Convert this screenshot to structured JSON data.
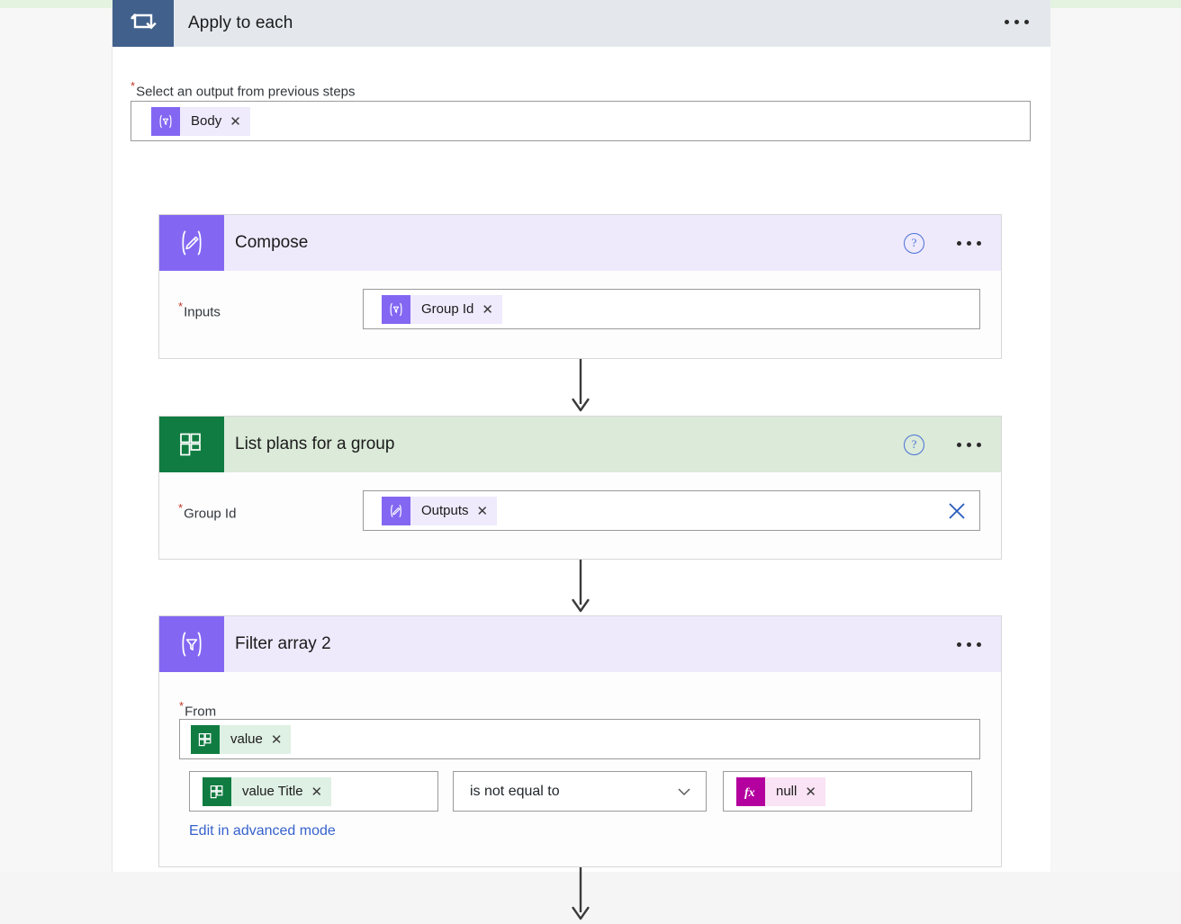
{
  "scope": {
    "title": "Apply to each",
    "icon": "loop-icon",
    "menu": "more-options",
    "field_label": "Select an output from previous steps",
    "required_marker": "*",
    "token": {
      "text": "Body",
      "icon": "filter-array-icon",
      "icon_glyph": "{∇}",
      "color": "#8367f2",
      "remove": "✕"
    }
  },
  "cards": [
    {
      "title": "Compose",
      "icon": "compose-icon",
      "icon_glyph": "{✎}",
      "accent": "#8367f2",
      "help": "?",
      "menu": "more-options",
      "field_label": "Inputs",
      "required_marker": "*",
      "token": {
        "text": "Group Id",
        "icon": "filter-array-icon",
        "icon_glyph": "{∇}",
        "remove": "✕"
      }
    },
    {
      "title": "List plans for a group",
      "icon": "planner-icon",
      "accent": "#107c41",
      "help": "?",
      "menu": "more-options",
      "field_label": "Group Id",
      "required_marker": "*",
      "token": {
        "text": "Outputs",
        "icon": "compose-icon",
        "icon_glyph": "{✎}",
        "remove": "✕"
      },
      "clear": "✕"
    },
    {
      "title": "Filter array 2",
      "icon": "filter-array-icon",
      "icon_glyph": "{∇}",
      "accent": "#8367f2",
      "menu": "more-options",
      "field_label": "From",
      "required_marker": "*",
      "token": {
        "text": "value",
        "icon": "planner-icon",
        "remove": "✕"
      },
      "condition": {
        "left": {
          "text": "value Title",
          "icon": "planner-icon",
          "remove": "✕"
        },
        "operator": "is not equal to",
        "operator_chevron": "chevron-down-icon",
        "right": {
          "text": "null",
          "icon": "expression-fx-icon",
          "icon_glyph": "fx",
          "remove": "✕"
        }
      },
      "advanced_link": "Edit in advanced mode"
    }
  ],
  "colors": {
    "purple": "#8367f2",
    "green": "#107c41",
    "magenta": "#b4009e",
    "link": "#3762cc",
    "scope_header": "#e4e8ed",
    "scope_icon": "#41618c"
  }
}
